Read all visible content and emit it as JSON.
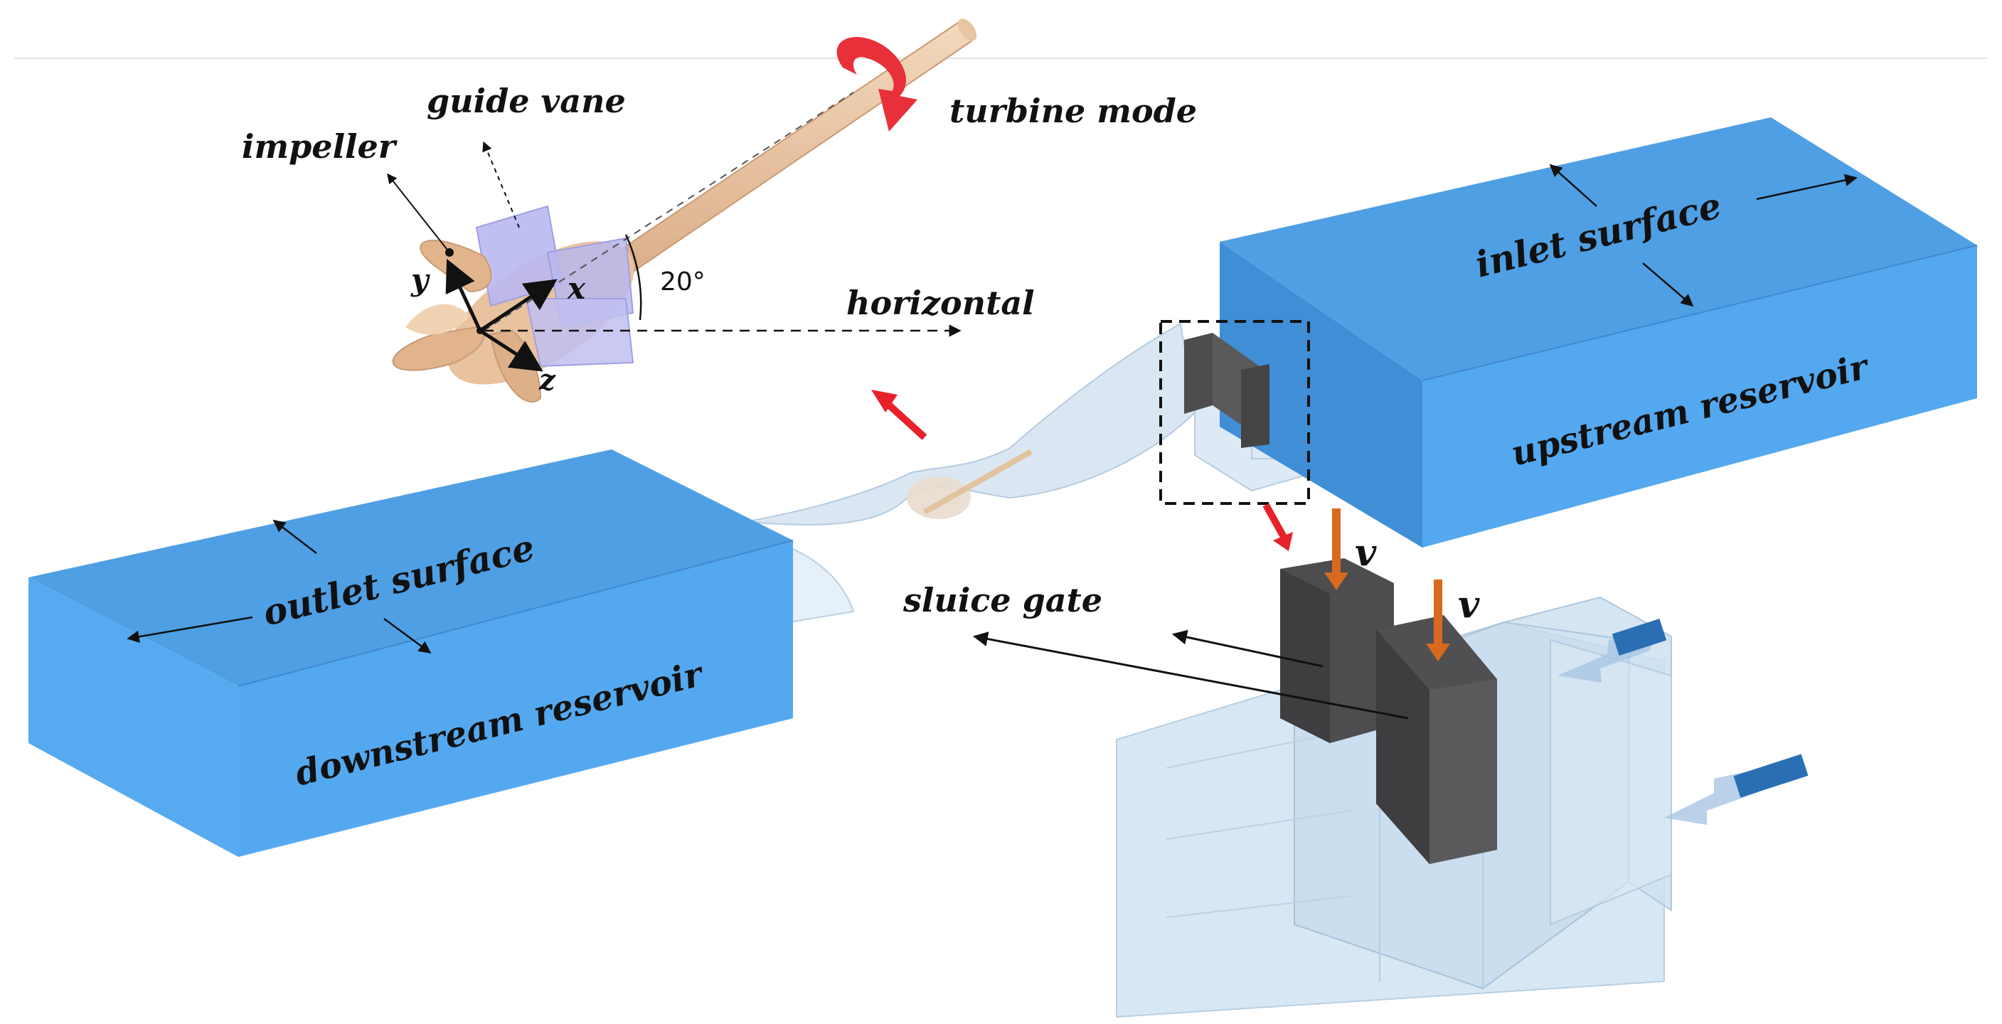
{
  "labels": {
    "guide_vane": "guide vane",
    "impeller": "impeller",
    "turbine_mode": "turbine mode",
    "axis_y": "y",
    "axis_x": "x",
    "axis_z": "z",
    "angle": "20°",
    "horizontal": "horizontal",
    "inlet_surface": "inlet surface",
    "upstream_reservoir": "upstream reservoir",
    "outlet_surface": "outlet surface",
    "downstream_reservoir": "downstream reservoir",
    "sluice_gate": "sluice gate",
    "velocity_1": "v",
    "velocity_2": "v"
  },
  "colors": {
    "reservoir_front": "#54a8ef",
    "reservoir_top": "#4f9fe4",
    "reservoir_side": "#3f88cc",
    "gate": "#4d4d4f",
    "transparent_duct": "#cfe4f3",
    "flow_arrow": "#2a6fb3",
    "red_arrow": "#e8202a",
    "orange_arrow": "#d9691e",
    "runner": "#e9c39f",
    "guide_vane": "#b9b8ef"
  }
}
